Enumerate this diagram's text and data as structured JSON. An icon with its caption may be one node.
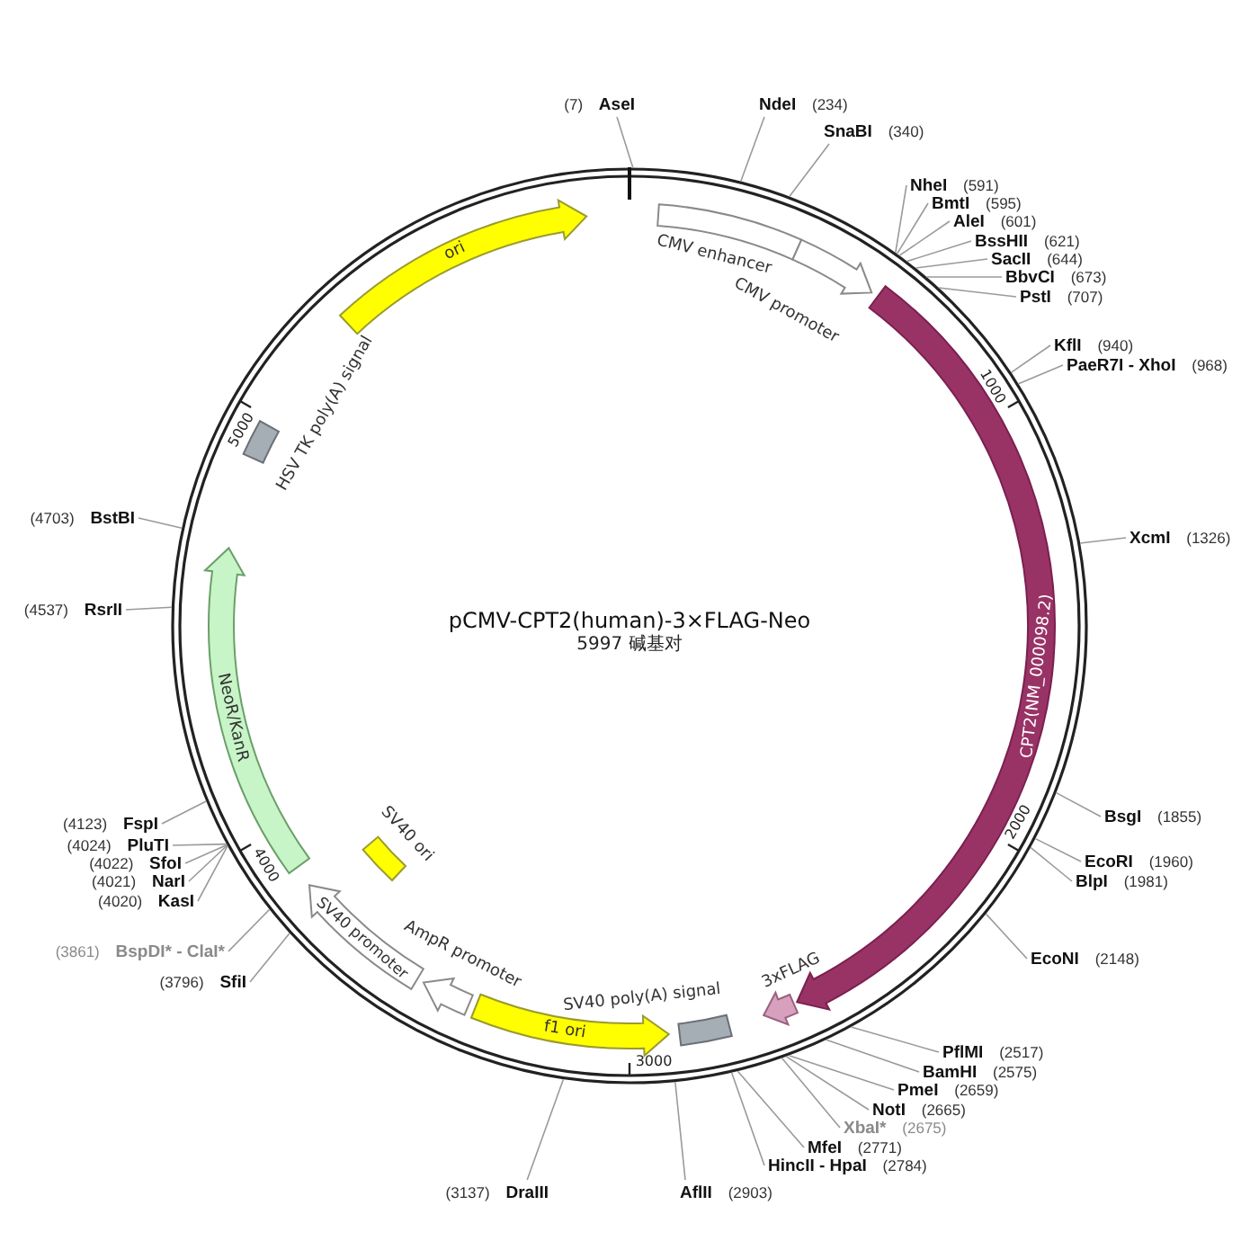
{
  "diagram": {
    "title": "pCMV-CPT2(human)-3×FLAG-Neo",
    "nodes": [
      {
        "text": [],
        "shape": "circle"
      },
      {
        "text": [
          "ori"
        ],
        "in": 0
      },
      {
        "text": [
          "CMV enhancer"
        ],
        "in": 0
      },
      {
        "text": [
          "CMV promoter"
        ],
        "in": 0
      },
      {
        "text": [
          "CPT2(NM_000098.2)"
        ],
        "in": 0
      },
      {
        "text": [
          "3xFLAG"
        ],
        "in": 0
      },
      {
        "text": [
          "SV40 poly(A) signal"
        ],
        "in": 0
      },
      {
        "text": [
          "f1 ori"
        ],
        "in": 0
      },
      {
        "text": [
          "AmpR promoter"
        ],
        "in": 0
      },
      {
        "text": [
          "SV40 promoter"
        ],
        "in": 0
      },
      {
        "text": [
          "SV40 ori"
        ],
        "in": 0
      },
      {
        "text": [
          "NeoR/KanR"
        ],
        "in": 0
      },
      {
        "text": [
          "HSV TK poly(A) signal"
        ],
        "in": 0
      },
      {
        "text": [
          "AseI"
        ],
        "beside": [
          "(7)"
        ]
      },
      {
        "text": [
          "NdeI"
        ],
        "beside": [
          "(234)"
        ]
      },
      {
        "text": [
          "SnaBI"
        ],
        "beside": [
          "(340)"
        ]
      },
      {
        "text": [
          "NheI"
        ],
        "beside": [
          "(591)"
        ]
      },
      {
        "text": [
          "BmtI"
        ],
        "beside": [
          "(595)"
        ]
      },
      {
        "text": [
          "AleI"
        ],
        "beside": [
          "(601)"
        ]
      },
      {
        "text": [
          "BssHII"
        ],
        "beside": [
          "(621)"
        ]
      },
      {
        "text": [
          "SacII"
        ],
        "beside": [
          "(644)"
        ]
      },
      {
        "text": [
          "BbvCI"
        ],
        "beside": [
          "(673)"
        ]
      },
      {
        "text": [
          "PstI"
        ],
        "beside": [
          "(707)"
        ]
      },
      {
        "text": [
          "KflI"
        ],
        "beside": [
          "(940)"
        ]
      },
      {
        "text": [
          "PaeR7I - XhoI"
        ],
        "beside": [
          "(968)"
        ]
      },
      {
        "text": [
          "XcmI"
        ],
        "beside": [
          "(1326)"
        ]
      },
      {
        "text": [
          "BsgI"
        ],
        "beside": [
          "(1855)"
        ]
      },
      {
        "text": [
          "EcoRI"
        ],
        "beside": [
          "(1960)"
        ]
      },
      {
        "text": [
          "BlpI"
        ],
        "beside": [
          "(1981)"
        ]
      },
      {
        "text": [
          "EcoNI"
        ],
        "beside": [
          "(2148)"
        ]
      },
      {
        "text": [
          "PflMI"
        ],
        "beside": [
          "(2517)"
        ]
      },
      {
        "text": [
          "BamHI"
        ],
        "beside": [
          "(2575)"
        ]
      },
      {
        "text": [
          "PmeI"
        ],
        "beside": [
          "(2659)"
        ]
      },
      {
        "text": [
          "NotI"
        ],
        "beside": [
          "(2665)"
        ]
      },
      {
        "text": [
          "XbaI*"
        ],
        "beside": [
          "(2675)"
        ]
      },
      {
        "text": [
          "MfeI"
        ],
        "beside": [
          "(2771)"
        ]
      },
      {
        "text": [
          "HincII - HpaI"
        ],
        "beside": [
          "(2784)"
        ]
      },
      {
        "text": [
          "AflII"
        ],
        "beside": [
          "(2903)"
        ]
      },
      {
        "text": [
          "DraIII"
        ],
        "beside": [
          "(3137)"
        ]
      },
      {
        "text": [
          "SfiI"
        ],
        "beside": [
          "(3796)"
        ]
      },
      {
        "text": [
          "BspDI* - ClaI*"
        ],
        "beside": [
          "(3861)"
        ]
      },
      {
        "text": [
          "KasI"
        ],
        "beside": [
          "(4020)"
        ]
      },
      {
        "text": [
          "NarI"
        ],
        "beside": [
          "(4021)"
        ]
      },
      {
        "text": [
          "SfoI"
        ],
        "beside": [
          "(4022)"
        ]
      },
      {
        "text": [
          "PluTI"
        ],
        "beside": [
          "(4024)"
        ]
      },
      {
        "text": [
          "FspI"
        ],
        "beside": [
          "(4123)"
        ]
      },
      {
        "text": [
          "RsrII"
        ],
        "beside": [
          "(4537)"
        ]
      },
      {
        "text": [
          "BstBI"
        ],
        "beside": [
          "(4703)"
        ]
      }
    ],
    "edges": [
      {
        "from": 13,
        "to": 0,
        "arrow": "none"
      },
      {
        "from": 14,
        "to": 0,
        "arrow": "none"
      },
      {
        "from": 15,
        "to": 0,
        "arrow": "none"
      },
      {
        "from": 16,
        "to": 0,
        "arrow": "none"
      },
      {
        "from": 17,
        "to": 0,
        "arrow": "none"
      },
      {
        "from": 18,
        "to": 0,
        "arrow": "none"
      },
      {
        "from": 19,
        "to": 0,
        "arrow": "none"
      },
      {
        "from": 20,
        "to": 0,
        "arrow": "none"
      },
      {
        "from": 21,
        "to": 0,
        "arrow": "none"
      },
      {
        "from": 22,
        "to": 0,
        "arrow": "none"
      },
      {
        "from": 23,
        "to": 0,
        "arrow": "none"
      },
      {
        "from": 24,
        "to": 0,
        "arrow": "none"
      },
      {
        "from": 25,
        "to": 0,
        "arrow": "none"
      },
      {
        "from": 26,
        "to": 0,
        "arrow": "none"
      },
      {
        "from": 27,
        "to": 0,
        "arrow": "none"
      },
      {
        "from": 28,
        "to": 0,
        "arrow": "none"
      },
      {
        "from": 29,
        "to": 0,
        "arrow": "none"
      },
      {
        "from": 30,
        "to": 0,
        "arrow": "none"
      },
      {
        "from": 31,
        "to": 0,
        "arrow": "none"
      },
      {
        "from": 32,
        "to": 0,
        "arrow": "none"
      },
      {
        "from": 33,
        "to": 0,
        "arrow": "none"
      },
      {
        "from": 34,
        "to": 0,
        "arrow": "none"
      },
      {
        "from": 35,
        "to": 0,
        "arrow": "none"
      },
      {
        "from": 36,
        "to": 0,
        "arrow": "none"
      },
      {
        "from": 37,
        "to": 0,
        "arrow": "none"
      },
      {
        "from": 38,
        "to": 0,
        "arrow": "none"
      },
      {
        "from": 39,
        "to": 0,
        "arrow": "none"
      },
      {
        "from": 40,
        "to": 0,
        "arrow": "none"
      },
      {
        "from": 41,
        "to": 0,
        "arrow": "none"
      },
      {
        "from": 42,
        "to": 0,
        "arrow": "none"
      },
      {
        "from": 43,
        "to": 0,
        "arrow": "none"
      },
      {
        "from": 44,
        "to": 0,
        "arrow": "none"
      },
      {
        "from": 45,
        "to": 0,
        "arrow": "none"
      },
      {
        "from": 46,
        "to": 0,
        "arrow": "none"
      },
      {
        "from": 47,
        "to": 0,
        "arrow": "none"
      }
    ],
    "labels": [
      "5997 碱基对",
      "1000",
      "2000",
      "3000",
      "4000",
      "5000"
    ]
  }
}
